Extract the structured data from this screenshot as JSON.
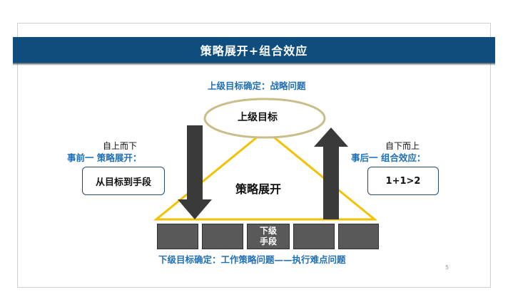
{
  "title": "策略展开+组合效应",
  "top_goal_caption": "上级目标确定：战略问题",
  "top_goal_label": "上级目标",
  "left": {
    "direction": "自上而下",
    "phase": "事前一 策略展开：",
    "box_label": "从目标到手段"
  },
  "right": {
    "direction": "自下而上",
    "phase": "事后一 组合效应：",
    "box_label": "1+1>2"
  },
  "center_label": "策略展开",
  "middle_block_label": [
    "下级",
    "手段"
  ],
  "bottom_caption": "下级目标确定：工作策略问题——执行难点问题",
  "page_number": "5",
  "colors": {
    "banner": "#0e4d7e",
    "caption_blue": "#1f6fb5",
    "triangle": "#f2c200",
    "ellipse_stroke": "#c9bd8a",
    "arrow": "#3a3a3a",
    "block": "#595959"
  },
  "icons": {
    "down_arrow": "down-arrow-icon",
    "up_arrow": "up-arrow-icon"
  }
}
